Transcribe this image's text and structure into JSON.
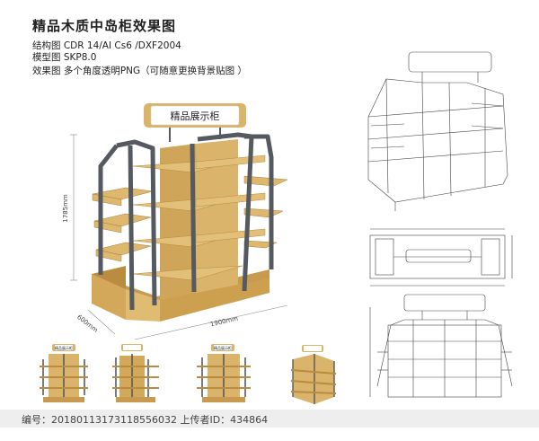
{
  "header": {
    "title": "精品木质中岛柜效果图",
    "line1": "结构图 CDR 14/AI Cs6 /DXF2004",
    "line2": "模型图 SKP8.0",
    "line3": "效果图 多个角度透明PNG（可随意更换背景贴图 ）"
  },
  "render": {
    "sign_text": "精品展示柜",
    "dim_height": "1785mm",
    "dim_depth": "600mm",
    "dim_width": "1900mm",
    "colors": {
      "wood": "#d9b46a",
      "wood_dark": "#b98c3f",
      "frame": "#555a60"
    }
  },
  "thumbnails": {
    "sign_text": "精品展示柜"
  },
  "footer": {
    "text": "编号：20180113173118556032 上传者ID：434864"
  }
}
